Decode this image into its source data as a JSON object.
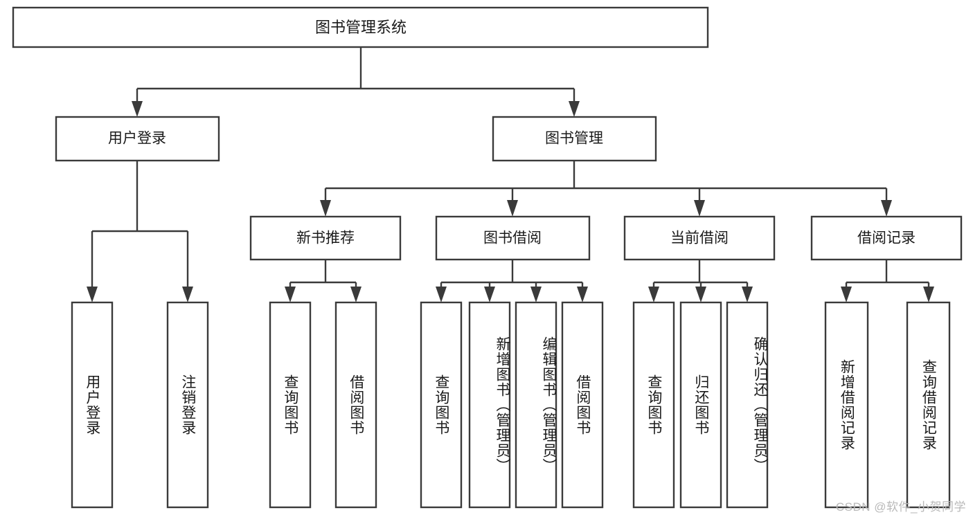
{
  "diagram": {
    "type": "tree",
    "title": "图书管理系统",
    "watermark": "CSDN @软件_小贺同学",
    "root": {
      "id": "root",
      "label": "图书管理系统"
    },
    "level2": [
      {
        "id": "user-login",
        "label": "用户登录"
      },
      {
        "id": "book-manage",
        "label": "图书管理"
      }
    ],
    "level3": [
      {
        "id": "new-book-rec",
        "label": "新书推荐",
        "parent": "book-manage"
      },
      {
        "id": "book-borrow",
        "label": "图书借阅",
        "parent": "book-manage"
      },
      {
        "id": "current-borrow",
        "label": "当前借阅",
        "parent": "book-manage"
      },
      {
        "id": "borrow-record",
        "label": "借阅记录",
        "parent": "book-manage"
      }
    ],
    "leaves": [
      {
        "id": "leaf-user-login",
        "label": "用户登录",
        "parent": "user-login"
      },
      {
        "id": "leaf-logout",
        "label": "注销登录",
        "parent": "user-login"
      },
      {
        "id": "leaf-query-book-1",
        "label": "查询图书",
        "parent": "new-book-rec"
      },
      {
        "id": "leaf-borrow-book-1",
        "label": "借阅图书",
        "parent": "new-book-rec"
      },
      {
        "id": "leaf-query-book-2",
        "label": "查询图书",
        "parent": "book-borrow"
      },
      {
        "id": "leaf-add-book",
        "label": "新增图书（管理员）",
        "parent": "book-borrow"
      },
      {
        "id": "leaf-edit-book",
        "label": "编辑图书（管理员）",
        "parent": "book-borrow"
      },
      {
        "id": "leaf-borrow-book-2",
        "label": "借阅图书",
        "parent": "book-borrow"
      },
      {
        "id": "leaf-query-book-3",
        "label": "查询图书",
        "parent": "current-borrow"
      },
      {
        "id": "leaf-return-book",
        "label": "归还图书",
        "parent": "current-borrow"
      },
      {
        "id": "leaf-confirm-return",
        "label": "确认归还（管理员）",
        "parent": "current-borrow"
      },
      {
        "id": "leaf-add-record",
        "label": "新增借阅记录",
        "parent": "borrow-record"
      },
      {
        "id": "leaf-query-record",
        "label": "查询借阅记录",
        "parent": "borrow-record"
      }
    ],
    "colors": {
      "stroke": "#3a3a3a",
      "fill": "#ffffff",
      "text": "#1a1a1a",
      "watermark": "#b9b9b9"
    }
  }
}
